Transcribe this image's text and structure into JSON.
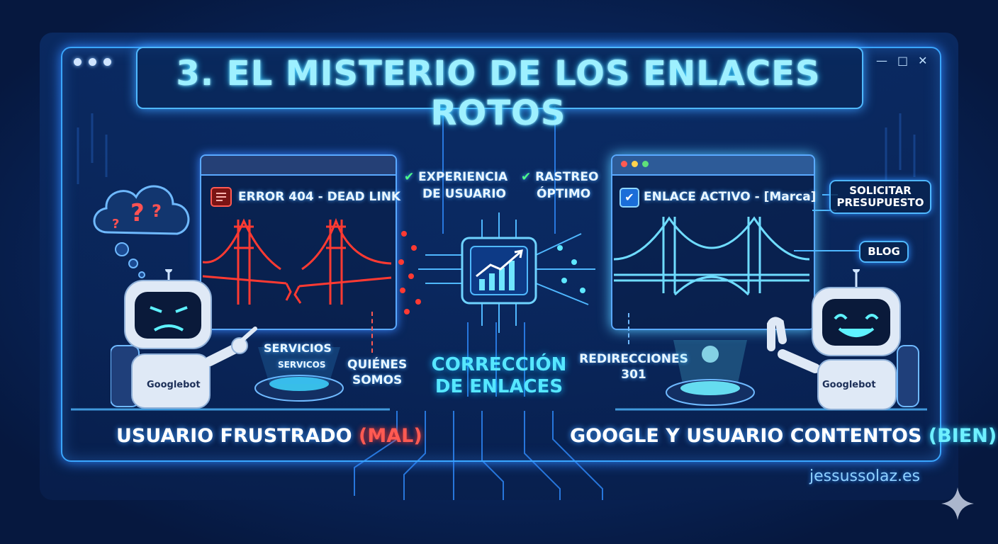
{
  "title": "3. EL MISTERIO DE LOS ENLACES ROTOS",
  "window_controls": [
    "—",
    "□",
    "✕"
  ],
  "left_panel": {
    "error_label": "ERROR 404 - DEAD LINK",
    "holo_text_1": "SERVICIOS",
    "holo_text_2": "SERVICOS",
    "quienes_1": "QUIÉNES",
    "quienes_2": "SOMOS",
    "robot_label": "Googlebot",
    "caption_main": "USUARIO FRUSTRADO ",
    "caption_tag": "(MAL)"
  },
  "center": {
    "check_1_line1": "EXPERIENCIA",
    "check_1_line2": "DE USUARIO",
    "check_2_line1": "RASTREO",
    "check_2_line2": "ÓPTIMO",
    "label_line1": "CORRECCIÓN",
    "label_line2": "DE ENLACES"
  },
  "right_panel": {
    "active_label": "ENLACE ACTIVO - [Marca]",
    "pill_1_line1": "SOLICITAR",
    "pill_1_line2": "PRESUPUESTO",
    "pill_2": "BLOG",
    "redirect_1": "REDIRECCIONES",
    "redirect_2": "301",
    "robot_label": "Googlebot",
    "caption_main": "GOOGLE Y USUARIO CONTENTOS ",
    "caption_tag": "(BIEN)"
  },
  "watermark": "jessussolaz.es",
  "colors": {
    "background": "#06183f",
    "accent": "#3aa6ff",
    "bad": "#ff5a52",
    "good": "#6ff0ff"
  },
  "icons": [
    "question-cloud-icon",
    "error-icon",
    "checkmark-icon",
    "chip-chart-icon",
    "robot-icon",
    "sparkle-icon",
    "broken-bridge-icon",
    "bridge-icon"
  ]
}
